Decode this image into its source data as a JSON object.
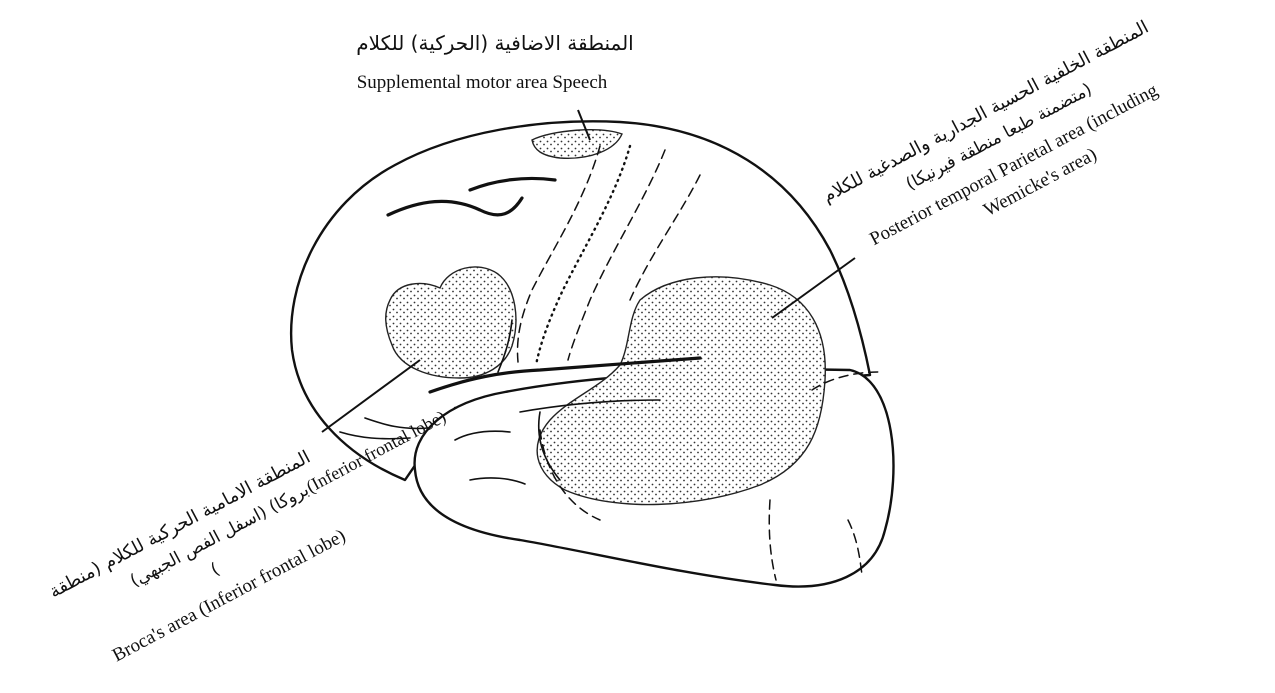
{
  "labels": {
    "supplemental": {
      "arabic": "المنطقة الاضافية (الحركية) للكلام",
      "english": "Supplemental motor area Speech"
    },
    "posterior": {
      "arabic_line1": "المنطقة الخلفية الحسية الجدارية والصدغية للكلام",
      "arabic_line2": "(متضمنة طبعا منطقة فيرنيكا)",
      "english_line1": "Posterior temporal Parietal area (including",
      "english_line2": "Wemicke's area)"
    },
    "broca": {
      "arabic_line1": "المنطقة الامامية الحركية للكلام (منطقة",
      "arabic_line2": "بروكا) (اسفل الفص الجبهي)",
      "english_line1": "(Inferior frontal lobe)",
      "arabic_line3": "(",
      "english_line2": "Broca's area (Inferior frontal lobe)"
    }
  }
}
